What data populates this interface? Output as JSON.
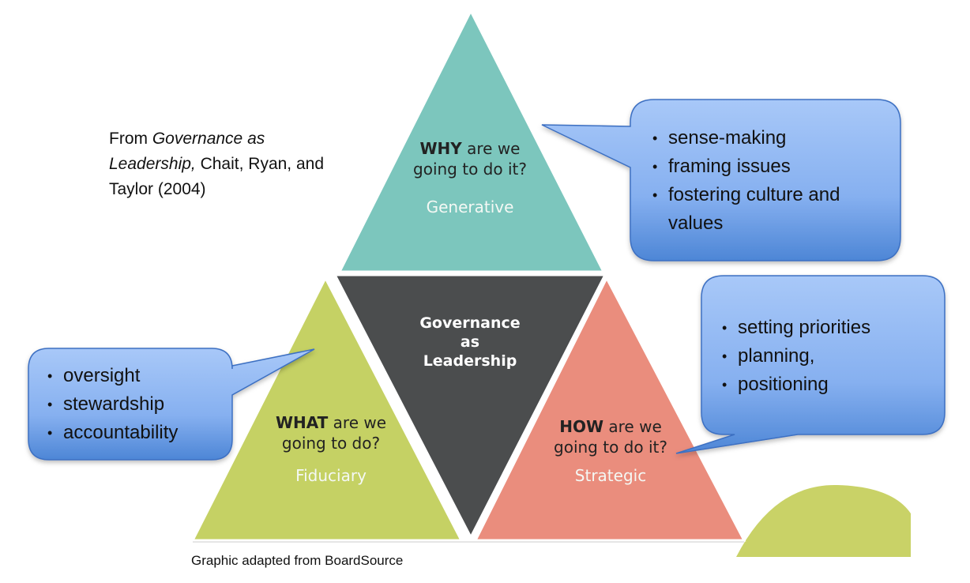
{
  "citation": {
    "from": "From ",
    "book_title": "Governance as Leadership,",
    "authors": " Chait, Ryan, and Taylor (2004)"
  },
  "credit": "Graphic adapted from BoardSource",
  "center": {
    "lines": [
      "Governance",
      "as",
      "Leadership"
    ]
  },
  "generative": {
    "keyword": "WHY",
    "line1_rest": " are we",
    "line2": "going to do it?",
    "mode": "Generative",
    "bullets": [
      "sense-making",
      "framing issues",
      "fostering culture and values"
    ]
  },
  "fiduciary": {
    "keyword": "WHAT",
    "line1_rest": " are we",
    "line2": "going to do?",
    "mode": "Fiduciary",
    "bullets": [
      "oversight",
      "stewardship",
      "accountability"
    ]
  },
  "strategic": {
    "keyword": "HOW",
    "line1_rest": " are we",
    "line2": "going to do it?",
    "mode": "Strategic",
    "bullets": [
      "setting priorities",
      "planning,",
      "positioning"
    ]
  },
  "colors": {
    "generative": "#7cc6bd",
    "fiduciary": "#c5d164",
    "strategic": "#ea8d7d",
    "center": "#4b4d4e",
    "bubble_top": "#a8c8f8",
    "bubble_bottom": "#4d86d6",
    "accent_blob": "#c9d267"
  }
}
